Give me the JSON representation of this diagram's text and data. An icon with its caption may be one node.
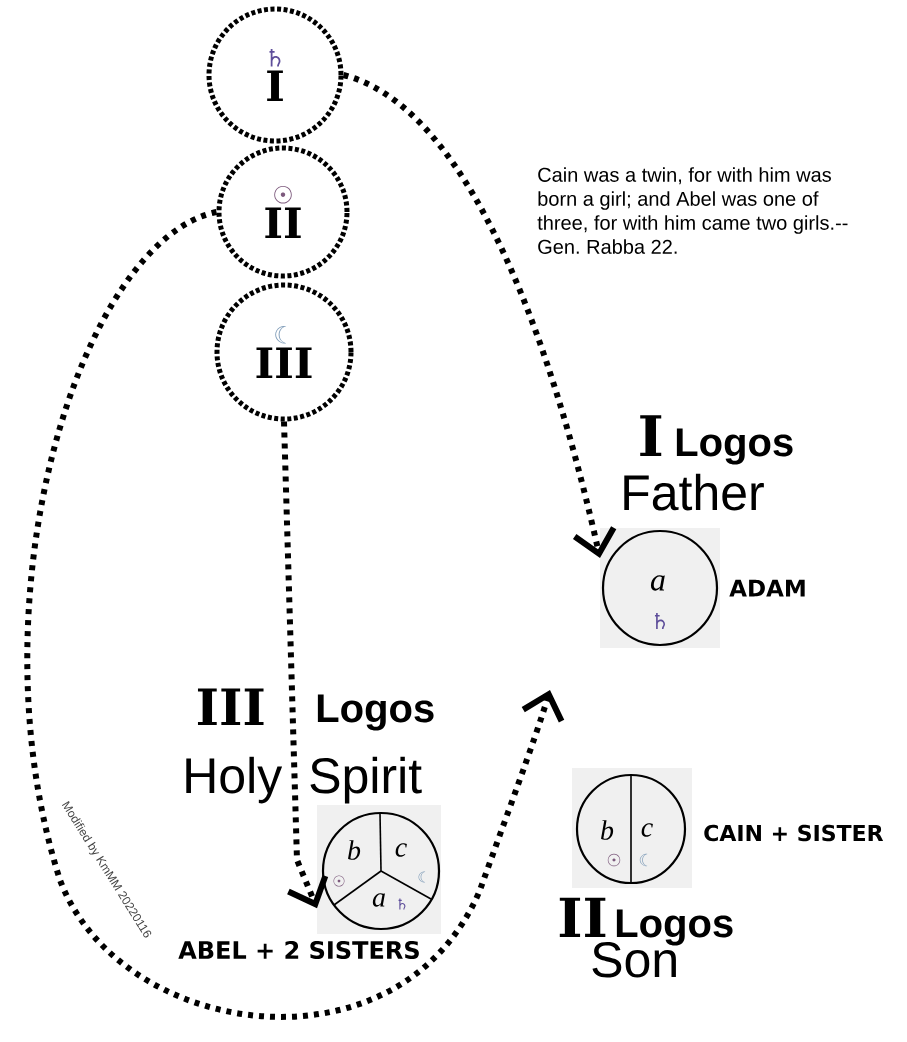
{
  "diagram": {
    "nodes": [
      {
        "text": [
          "♄",
          "I"
        ]
      },
      {
        "text": [
          "☉",
          "II"
        ]
      },
      {
        "text": [
          "☾",
          "III"
        ]
      },
      {
        "text": [
          "a",
          "♄"
        ],
        "beside": [
          "ADAM"
        ]
      },
      {
        "text": [
          "b",
          "c",
          "☉",
          "☾",
          "a",
          "♄"
        ],
        "beside": [
          "ABEL + 2 SISTERS"
        ]
      },
      {
        "text": [
          "b",
          "c",
          "☉",
          "☾"
        ],
        "beside": [
          "CAIN + SISTER"
        ]
      }
    ],
    "edges": [
      {
        "from": 0,
        "to": 3,
        "arrow": "to",
        "style": "dashed"
      },
      {
        "from": 1,
        "to": null,
        "arrow": "to",
        "style": "dashed"
      },
      {
        "from": 2,
        "to": 4,
        "arrow": "to",
        "style": "dashed"
      }
    ],
    "labels": [
      "Cain was a twin, for with him was born a girl; and Abel was one of three, for with him came two girls.-- Gen. Rabba 22.",
      "I",
      "Logos",
      "Father",
      "III",
      "Logos",
      "Holy Spirit",
      "Modified by KmMM 20220116",
      "II",
      "Logos",
      "Son"
    ]
  }
}
